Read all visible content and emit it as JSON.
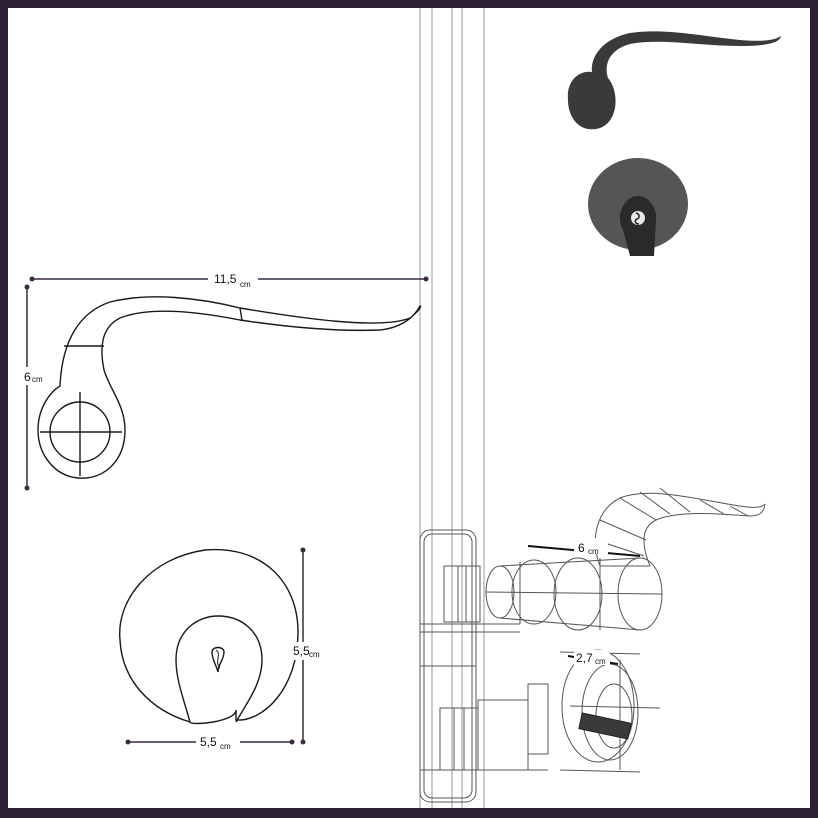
{
  "dimensions": {
    "lever_length": {
      "value": "11,5",
      "unit": "cm"
    },
    "lever_height": {
      "value": "6",
      "unit": "cm"
    },
    "rosette_height": {
      "value": "5,5",
      "unit": "cm"
    },
    "rosette_width": {
      "value": "5,5",
      "unit": "cm"
    },
    "iso_lever_depth": {
      "value": "6",
      "unit": "cm"
    },
    "iso_cylinder_depth": {
      "value": "2,7",
      "unit": "cm"
    }
  },
  "colors": {
    "frame": "#2a1f33",
    "paper": "#ffffff",
    "line": "#1a1a1a",
    "dim_line": "#3a2a44",
    "solid_dark": "#3a3a3a",
    "solid_mid": "#555555",
    "door_line": "#9a9a9a"
  },
  "icons": [
    "lever-handle-silhouette",
    "key-rosette-silhouette",
    "keyhole-icon"
  ]
}
